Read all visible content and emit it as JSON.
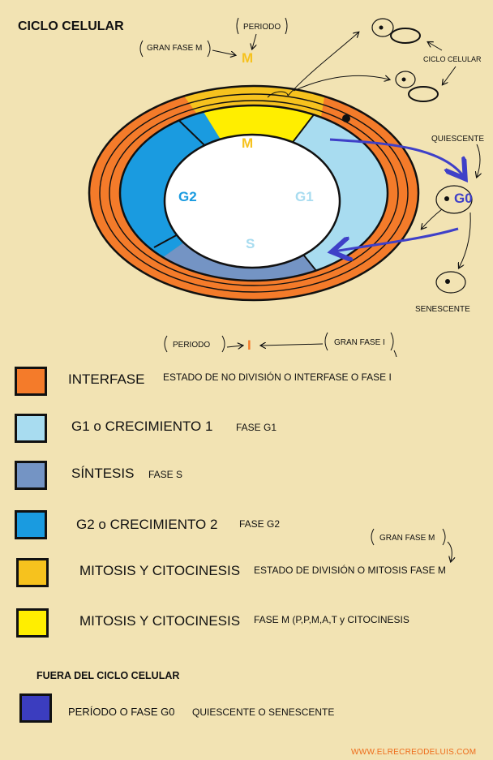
{
  "title": "CICLO CELULAR",
  "colors": {
    "interfase": "#f47b2a",
    "g1": "#a8dcf0",
    "s": "#7494c4",
    "g2": "#1a9be0",
    "mitosis_orange": "#f6c21e",
    "mitosis_yellow": "#ffee00",
    "g0": "#3b3dbf",
    "arrow_blue": "#3f40c8",
    "background": "#f2e3b3"
  },
  "diagram": {
    "labels": {
      "m_inner": "M",
      "g1": "G1",
      "g2": "G2",
      "s": "S",
      "m_top": "M",
      "i_bottom": "I",
      "g0": "G0"
    },
    "annotations": {
      "periodo_top": "PERIODO",
      "gran_fase_m": "GRAN FASE M",
      "ciclo_celular": "CICLO CELULAR",
      "quiescente": "QUIESCENTE",
      "senescente": "SENESCENTE",
      "periodo_bottom": "PERIODO",
      "gran_fase_i": "GRAN FASE I",
      "gran_fase_m_right": "GRAN FASE M"
    }
  },
  "legend": [
    {
      "label": "INTERFASE",
      "desc": "ESTADO DE NO DIVISIÓN O INTERFASE O FASE I",
      "color": "#f47b2a"
    },
    {
      "label": "G1 o CRECIMIENTO  1",
      "desc": "FASE G1",
      "color": "#a8dcf0"
    },
    {
      "label": "SÍNTESIS",
      "desc": "FASE S",
      "color": "#7494c4"
    },
    {
      "label": "G2 o CRECIMIENTO 2",
      "desc": "FASE G2",
      "color": "#1a9be0"
    },
    {
      "label": "MITOSIS Y CITOCINESIS",
      "desc": "ESTADO DE DIVISIÓN O MITOSIS  FASE M",
      "color": "#f6c21e"
    },
    {
      "label": "MITOSIS Y CITOCINESIS",
      "desc": "FASE M  (P,P,M,A,T y CITOCINESIS",
      "color": "#ffee00"
    }
  ],
  "outside": {
    "title": "FUERA DEL CICLO CELULAR",
    "label": "PERÍODO O FASE G0",
    "desc": "QUIESCENTE O SENESCENTE",
    "color": "#3b3dbf"
  },
  "footer": "WWW.ELRECREODELUIS.COM"
}
